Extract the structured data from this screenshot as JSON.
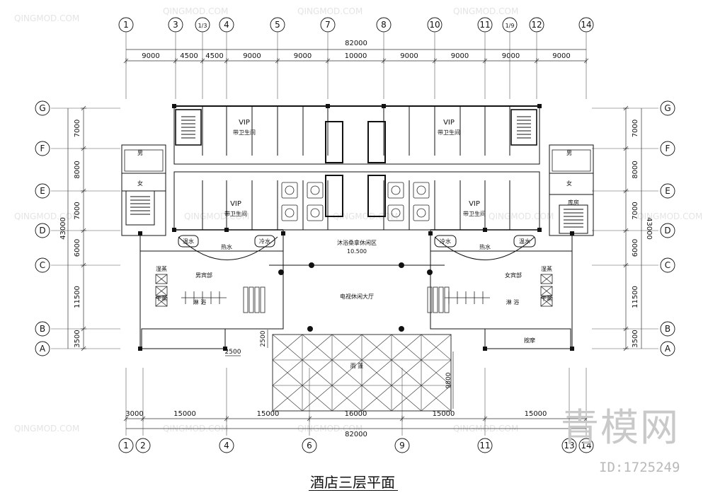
{
  "drawing": {
    "title": "酒店三层平面",
    "brand": "青模网",
    "brand_id": "ID:1725249"
  },
  "axes": {
    "top_labels": [
      "1",
      "3",
      "1/3",
      "4",
      "5",
      "7",
      "8",
      "10",
      "11",
      "1/9",
      "12",
      "14"
    ],
    "bottom_labels": [
      "1",
      "2",
      "4",
      "6",
      "9",
      "11",
      "13",
      "14"
    ],
    "row_labels": [
      "G",
      "F",
      "E",
      "D",
      "C",
      "B",
      "A"
    ]
  },
  "dimensions": {
    "top_total": "82000",
    "top_segments": [
      "9000",
      "4500",
      "4500",
      "9000",
      "9000",
      "10000",
      "9000",
      "9000",
      "9000",
      "9000"
    ],
    "bottom_total": "82000",
    "bottom_segments": [
      "3000",
      "15000",
      "15000",
      "16000",
      "15000",
      "15000"
    ],
    "left_total": "43000",
    "left_segments": [
      "7000",
      "8000",
      "7000",
      "6000",
      "11500",
      "3500"
    ],
    "right_total": "43000",
    "right_segments": [
      "7000",
      "8000",
      "7000",
      "6000",
      "11500",
      "3500"
    ],
    "misc": [
      "2500",
      "2500",
      "9800"
    ]
  },
  "rooms": {
    "vip": "VIP",
    "vip_bath": "带卫生间",
    "lounge_area": "沐浴桑拿休闲区",
    "elevation": "10.500",
    "tv_hall": "电视休闲大厅",
    "canopy": "雨   蓬",
    "warm_pool": "温水",
    "hot_pool": "热水",
    "cold_pool": "冷水",
    "mens_bath": "男宾部",
    "womens_bath": "女宾部",
    "wet_steam": "湿蒸",
    "dry_steam": "干蒸",
    "shower": "淋   浴",
    "storage": "库房",
    "massage": "按摩",
    "male": "男",
    "female": "女"
  }
}
